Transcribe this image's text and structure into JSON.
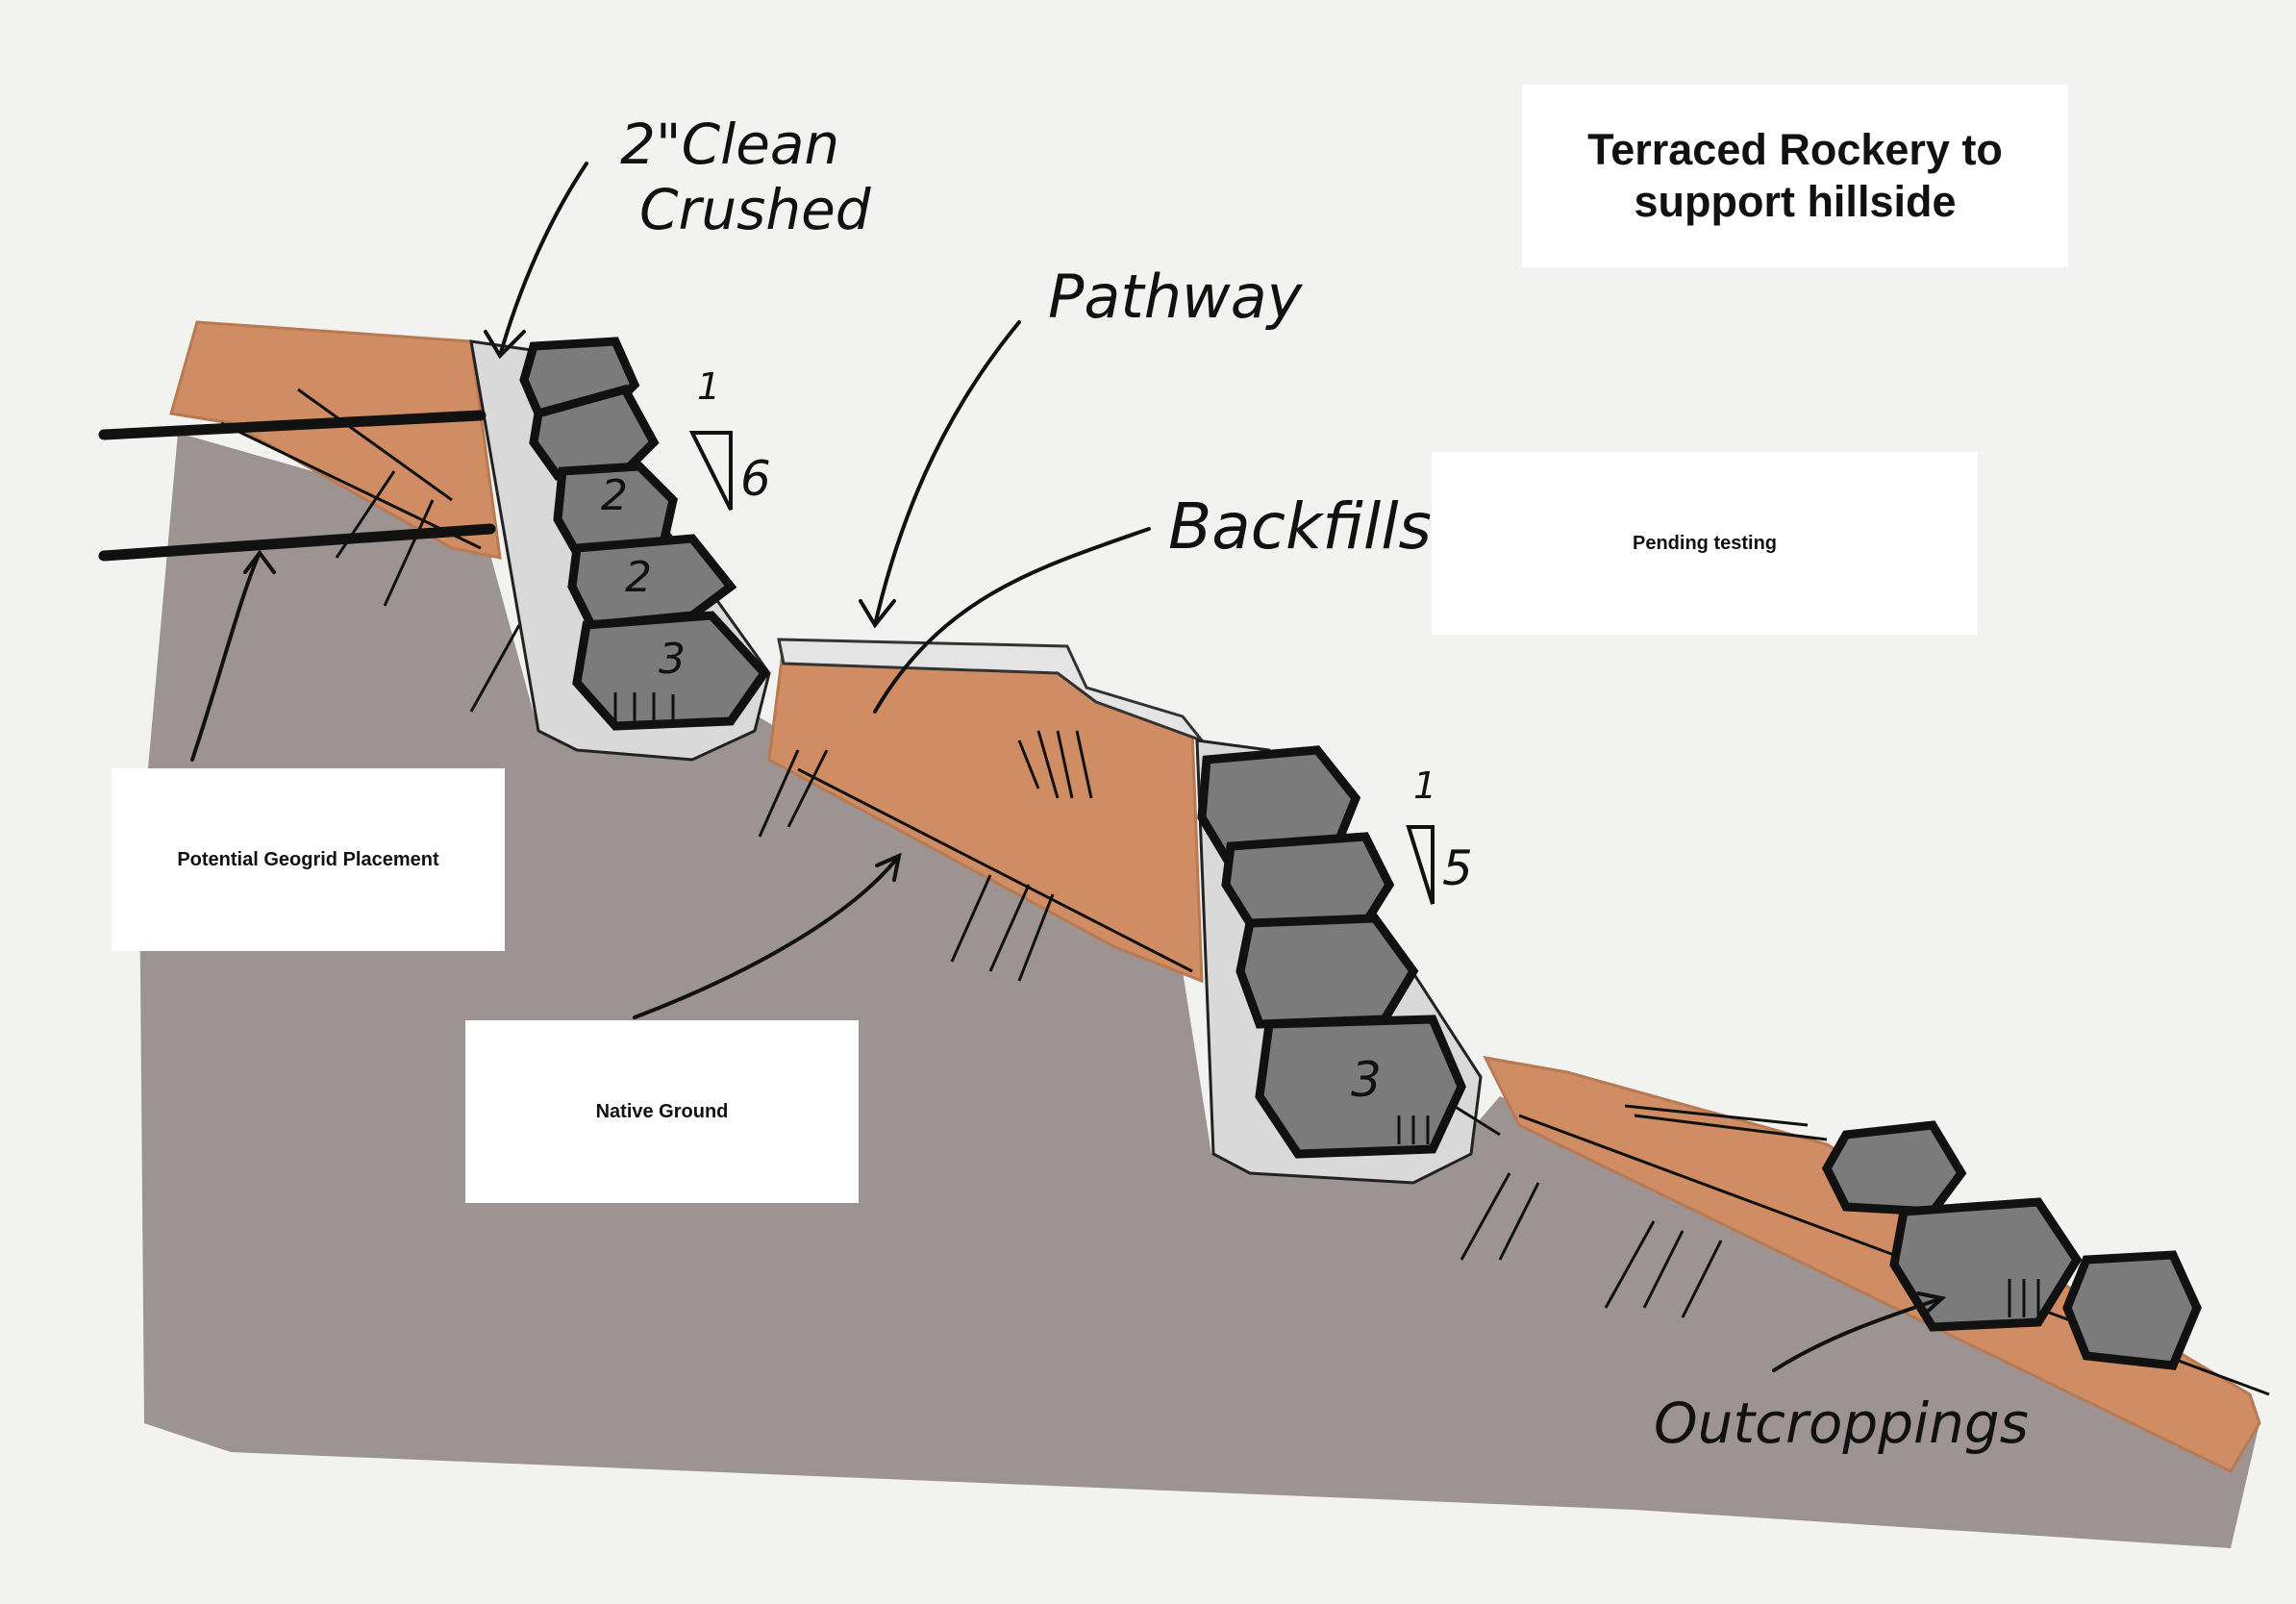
{
  "title": "Terraced Rockery to\nsupport hillside",
  "boxes": {
    "pending": "Pending testing",
    "geogrid": "Potential Geogrid Placement",
    "native_ground": "Native Ground"
  },
  "handwritten": {
    "clean_crushed_1": "2\"Clean",
    "clean_crushed_2": "Crushed",
    "pathway": "Pathway",
    "backfills": "Backfills",
    "outcroppings": "Outcroppings",
    "slope_upper_top": "1",
    "slope_upper_bottom": "6",
    "slope_lower_top": "1",
    "slope_lower_bottom": "5"
  },
  "rock_numbers": {
    "upper_2a": "2",
    "upper_2b": "2",
    "upper_3": "3",
    "lower_3": "3"
  },
  "colors": {
    "background": "#f2f2f1",
    "native_ground": "#9d9393",
    "backfill": "#d08d64",
    "gravel": "#d9d9d9",
    "rock": "#7b7b7b"
  }
}
